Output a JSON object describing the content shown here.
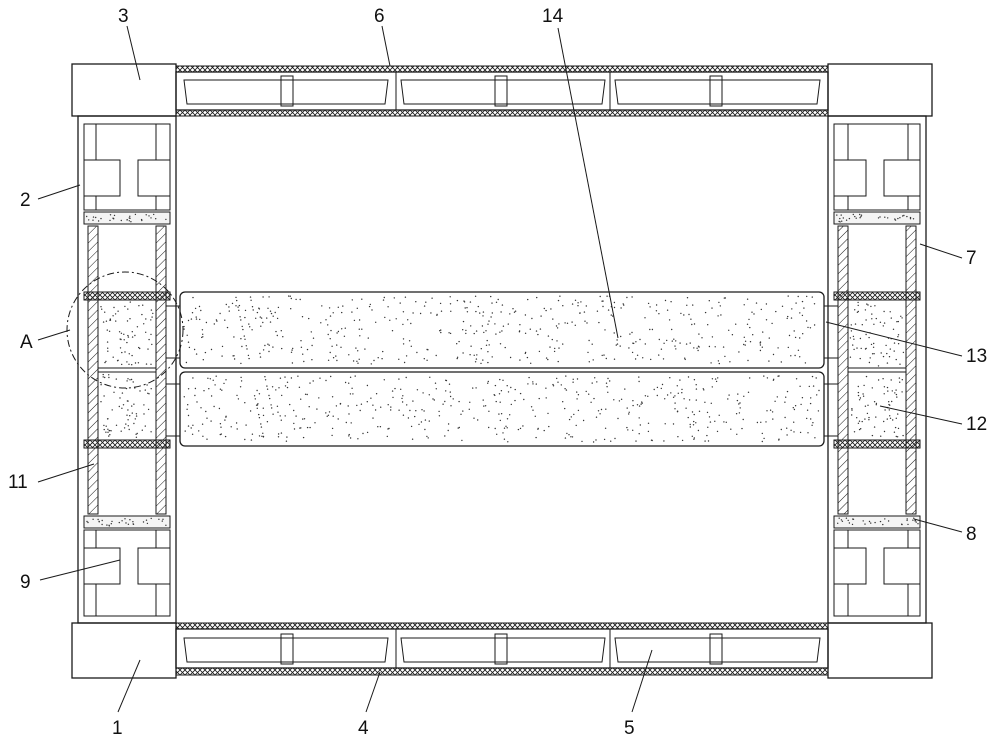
{
  "figure": {
    "labels": {
      "n1": "1",
      "n2": "2",
      "n3": "3",
      "n4": "4",
      "n5": "5",
      "n6": "6",
      "n7": "7",
      "n8": "8",
      "n9": "9",
      "n11": "11",
      "n12": "12",
      "n13": "13",
      "n14": "14",
      "detailA": "A"
    },
    "colors": {
      "line": "#1a1a1a",
      "background": "#ffffff"
    }
  }
}
